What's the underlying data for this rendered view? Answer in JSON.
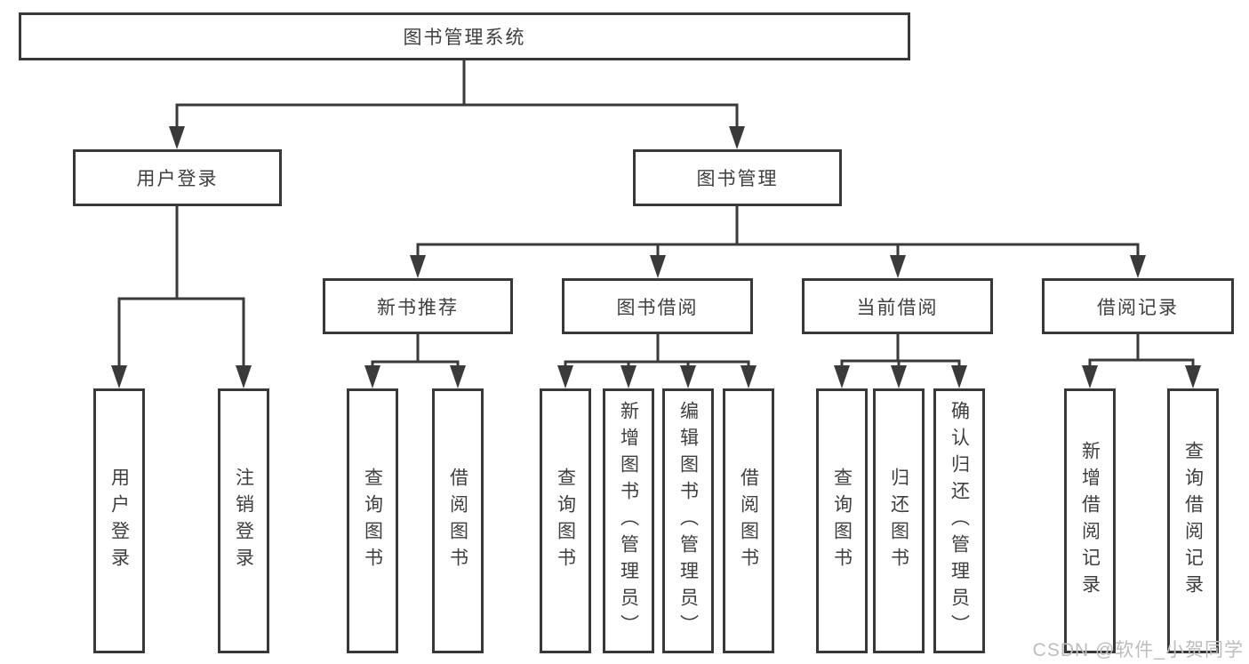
{
  "tree": {
    "root": {
      "label": "图书管理系统"
    },
    "level2": [
      {
        "label": "用户登录"
      },
      {
        "label": "图书管理"
      }
    ],
    "level3": [
      {
        "label": "新书推荐"
      },
      {
        "label": "图书借阅"
      },
      {
        "label": "当前借阅"
      },
      {
        "label": "借阅记录"
      }
    ],
    "leaves": {
      "user_login": [
        {
          "label": "用户登录"
        },
        {
          "label": "注销登录"
        }
      ],
      "new_book_recommend": [
        {
          "label": "查询图书"
        },
        {
          "label": "借阅图书"
        }
      ],
      "book_borrow": [
        {
          "label": "查询图书"
        },
        {
          "label": "新增图书（管理员）"
        },
        {
          "label": "编辑图书（管理员）"
        },
        {
          "label": "借阅图书"
        }
      ],
      "current_borrow": [
        {
          "label": "查询图书"
        },
        {
          "label": "归还图书"
        },
        {
          "label": "确认归还（管理员）"
        }
      ],
      "borrow_records": [
        {
          "label": "新增借阅记录"
        },
        {
          "label": "查询借阅记录"
        }
      ]
    }
  },
  "watermark": "CSDN @软件_小贺同学",
  "colors": {
    "line": "#3a3a3a",
    "box_border": "#383838",
    "text": "#3f3f3f",
    "watermark": "#bdbdbd",
    "background": "#ffffff"
  }
}
